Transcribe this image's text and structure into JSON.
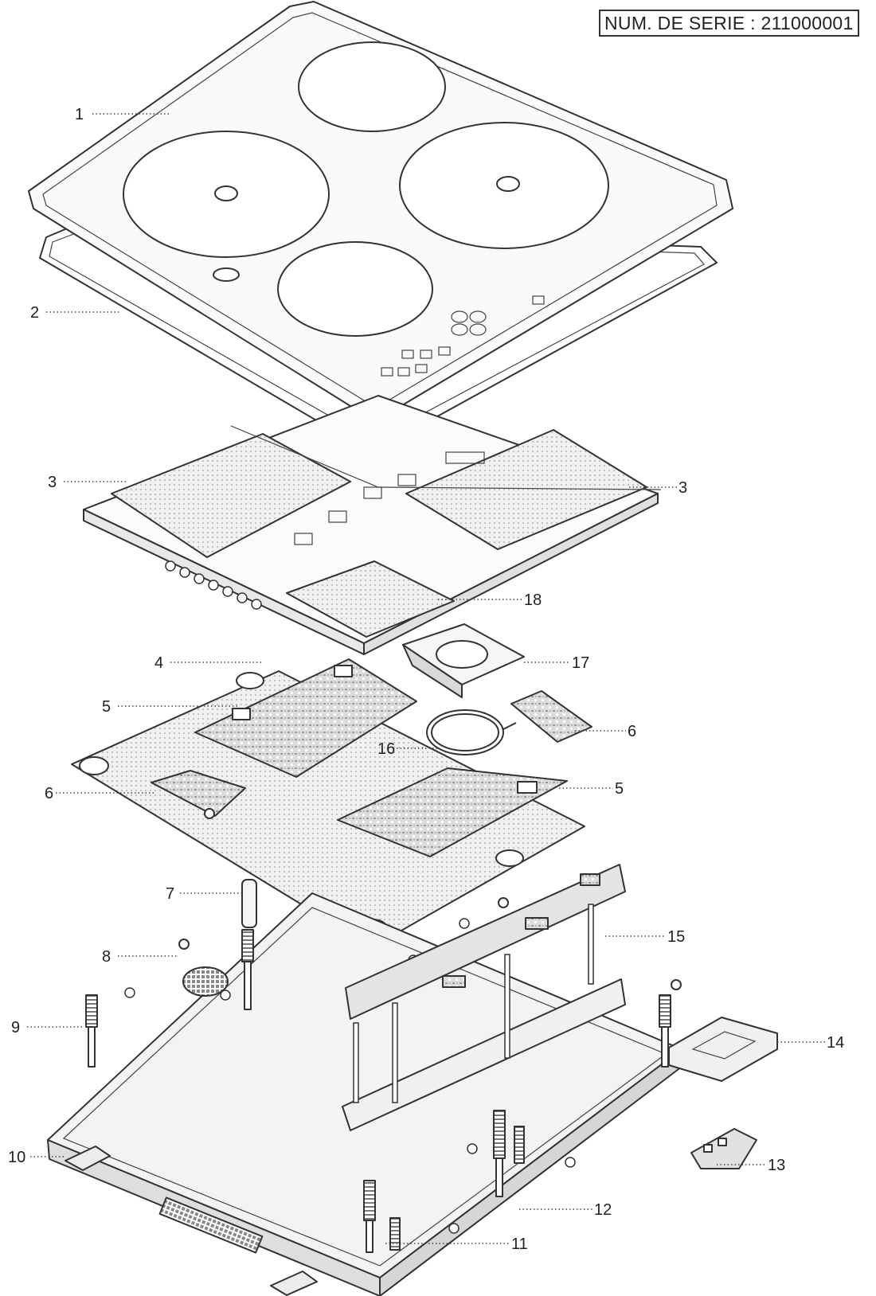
{
  "header": {
    "serial_label": "NUM. DE SERIE : 211000001"
  },
  "callouts": [
    {
      "id": "1",
      "text": "1"
    },
    {
      "id": "2",
      "text": "2"
    },
    {
      "id": "3a",
      "text": "3"
    },
    {
      "id": "3b",
      "text": "3"
    },
    {
      "id": "18",
      "text": "18"
    },
    {
      "id": "4",
      "text": "4"
    },
    {
      "id": "17",
      "text": "17"
    },
    {
      "id": "5a",
      "text": "5"
    },
    {
      "id": "6a",
      "text": "6"
    },
    {
      "id": "16",
      "text": "16"
    },
    {
      "id": "6b",
      "text": "6"
    },
    {
      "id": "5b",
      "text": "5"
    },
    {
      "id": "7",
      "text": "7"
    },
    {
      "id": "8",
      "text": "8"
    },
    {
      "id": "15",
      "text": "15"
    },
    {
      "id": "9",
      "text": "9"
    },
    {
      "id": "14",
      "text": "14"
    },
    {
      "id": "10",
      "text": "10"
    },
    {
      "id": "13",
      "text": "13"
    },
    {
      "id": "12",
      "text": "12"
    },
    {
      "id": "11",
      "text": "11"
    }
  ],
  "colors": {
    "line": "#333333",
    "panel_fill": "#ececec",
    "board_fill": "#d4d4d4",
    "background": "#ffffff"
  }
}
